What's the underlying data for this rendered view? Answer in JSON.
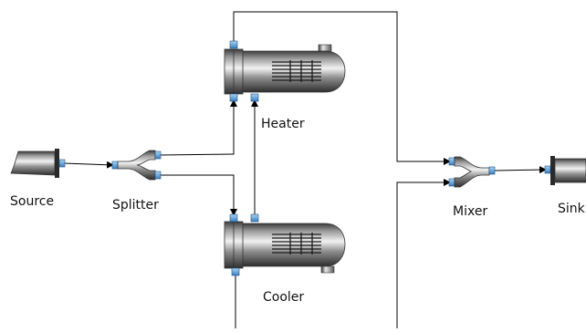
{
  "diagram": {
    "nodes": [
      {
        "id": "source",
        "label": "Source",
        "type": "source"
      },
      {
        "id": "splitter",
        "label": "Splitter",
        "type": "splitter"
      },
      {
        "id": "heater",
        "label": "Heater",
        "type": "heat-exchanger"
      },
      {
        "id": "cooler",
        "label": "Cooler",
        "type": "heat-exchanger"
      },
      {
        "id": "mixer",
        "label": "Mixer",
        "type": "mixer"
      },
      {
        "id": "sink",
        "label": "Sink",
        "type": "sink"
      }
    ],
    "edges": [
      {
        "from": "source",
        "to": "splitter"
      },
      {
        "from": "splitter",
        "to": "heater"
      },
      {
        "from": "splitter",
        "to": "cooler"
      },
      {
        "from": "cooler",
        "to": "heater"
      },
      {
        "from": "heater",
        "to": "mixer"
      },
      {
        "from": "cooler",
        "to": "mixer"
      },
      {
        "from": "mixer",
        "to": "sink"
      }
    ]
  }
}
